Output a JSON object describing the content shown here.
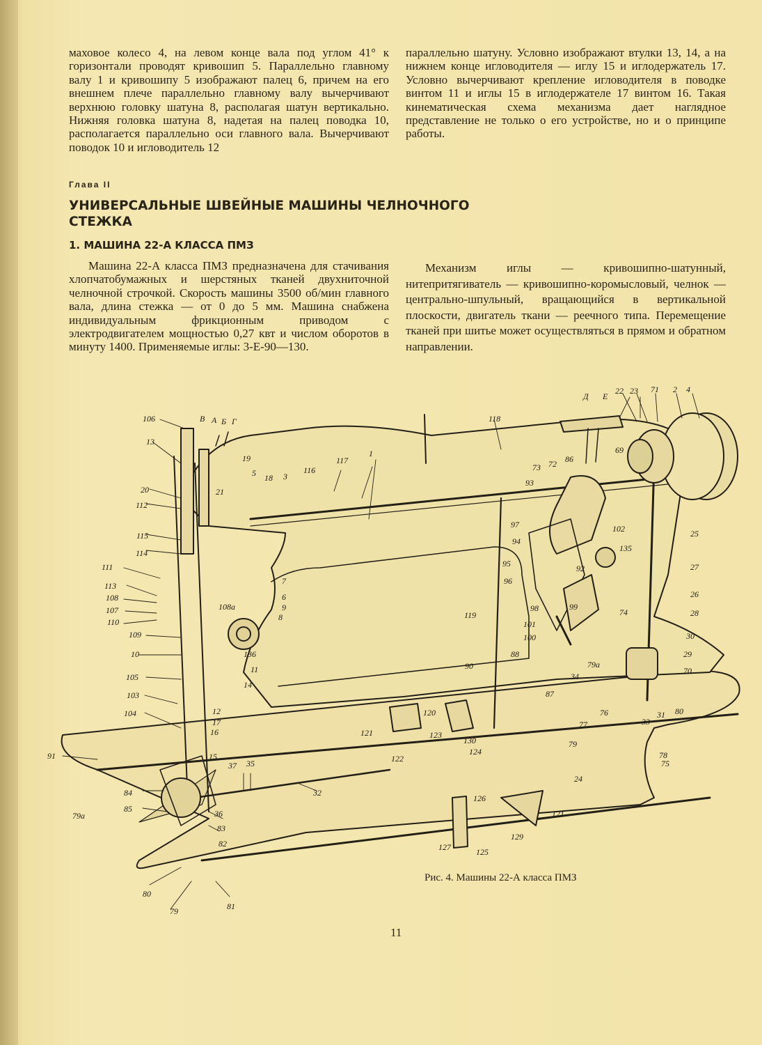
{
  "top_left_text": "маховое колесо 4, на левом конце вала под углом 41° к горизонтали проводят кривошип 5. Параллельно главному валу 1 и кривошипу 5 изображают палец 6, причем на его внешнем плече параллельно главному валу вычерчивают верхнюю головку шатуна 8, располагая шатун вертикально. Нижняя головка шатуна 8, надетая на палец поводка 10, располагается параллельно оси главного вала. Вычерчивают поводок 10 и игловодитель 12",
  "top_right_text": "параллельно шатуну. Условно изображают втулки 13, 14, а на нижнем конце игловодителя — иглу 15 и иглодержатель 17. Условно вычерчивают крепление игловодителя в поводке винтом 11 и иглы 15 в иглодержателе 17 винтом 16. Такая кинематическая схема механизма дает наглядное представление не только о его устройстве, но и о принципе работы.",
  "chapter_label": "Глава II",
  "chapter_title": "УНИВЕРСАЛЬНЫЕ ШВЕЙНЫЕ МАШИНЫ ЧЕЛНОЧНОГО СТЕЖКА",
  "section_title": "1. МАШИНА 22-А КЛАССА ПМЗ",
  "mid_left_text": "Машина 22-А класса ПМЗ предназначена для стачивания хлопчатобумажных и шерстяных тканей двухниточной челночной строчкой. Скорость машины 3500 об/мин главного вала, длина стежка — от 0 до 5 мм. Машина снабжена индивидуальным фрикционным приводом с электродвигателем мощностью 0,27 квт и числом оборотов в минуту 1400. Применяемые иглы: 3-Е-90—130.",
  "mid_right_text": "Механизм иглы — кривошипно-шатунный, нитепритягиватель — кривошипно-коромысловый, челнок — центрально-шпульный, вращающийся в вертикальной плоскости, двигатель ткани — реечного типа. Перемещение тканей при шитье может осуществляться в прямом и обратном направлении.",
  "figure": {
    "caption": "Рис. 4. Машины 22-А класса ПМЗ",
    "labels": [
      "106",
      "В",
      "А",
      "Б",
      "Г",
      "13",
      "19",
      "5",
      "18",
      "3",
      "116",
      "117",
      "1",
      "118",
      "20",
      "112",
      "21",
      "115",
      "114",
      "111",
      "113",
      "108",
      "107",
      "110",
      "109",
      "10",
      "105",
      "103",
      "104",
      "91",
      "79а",
      "84",
      "85",
      "7",
      "6",
      "9",
      "108а",
      "8",
      "136",
      "11",
      "14",
      "12",
      "17",
      "16",
      "15",
      "37",
      "35",
      "32",
      "36",
      "83",
      "82",
      "80",
      "79",
      "81",
      "Д",
      "Е",
      "22",
      "23",
      "71",
      "2",
      "4",
      "69",
      "73",
      "72",
      "86",
      "93",
      "97",
      "94",
      "95",
      "96",
      "102",
      "135",
      "92",
      "98",
      "99",
      "101",
      "100",
      "74",
      "119",
      "88",
      "79а",
      "90",
      "87",
      "120",
      "130",
      "121",
      "123",
      "122",
      "124",
      "126",
      "121",
      "127",
      "125",
      "129",
      "27",
      "26",
      "28",
      "30",
      "29",
      "70",
      "34",
      "33",
      "31",
      "80",
      "75",
      "76",
      "77",
      "79",
      "78",
      "24",
      "25"
    ]
  },
  "page_number": "11"
}
